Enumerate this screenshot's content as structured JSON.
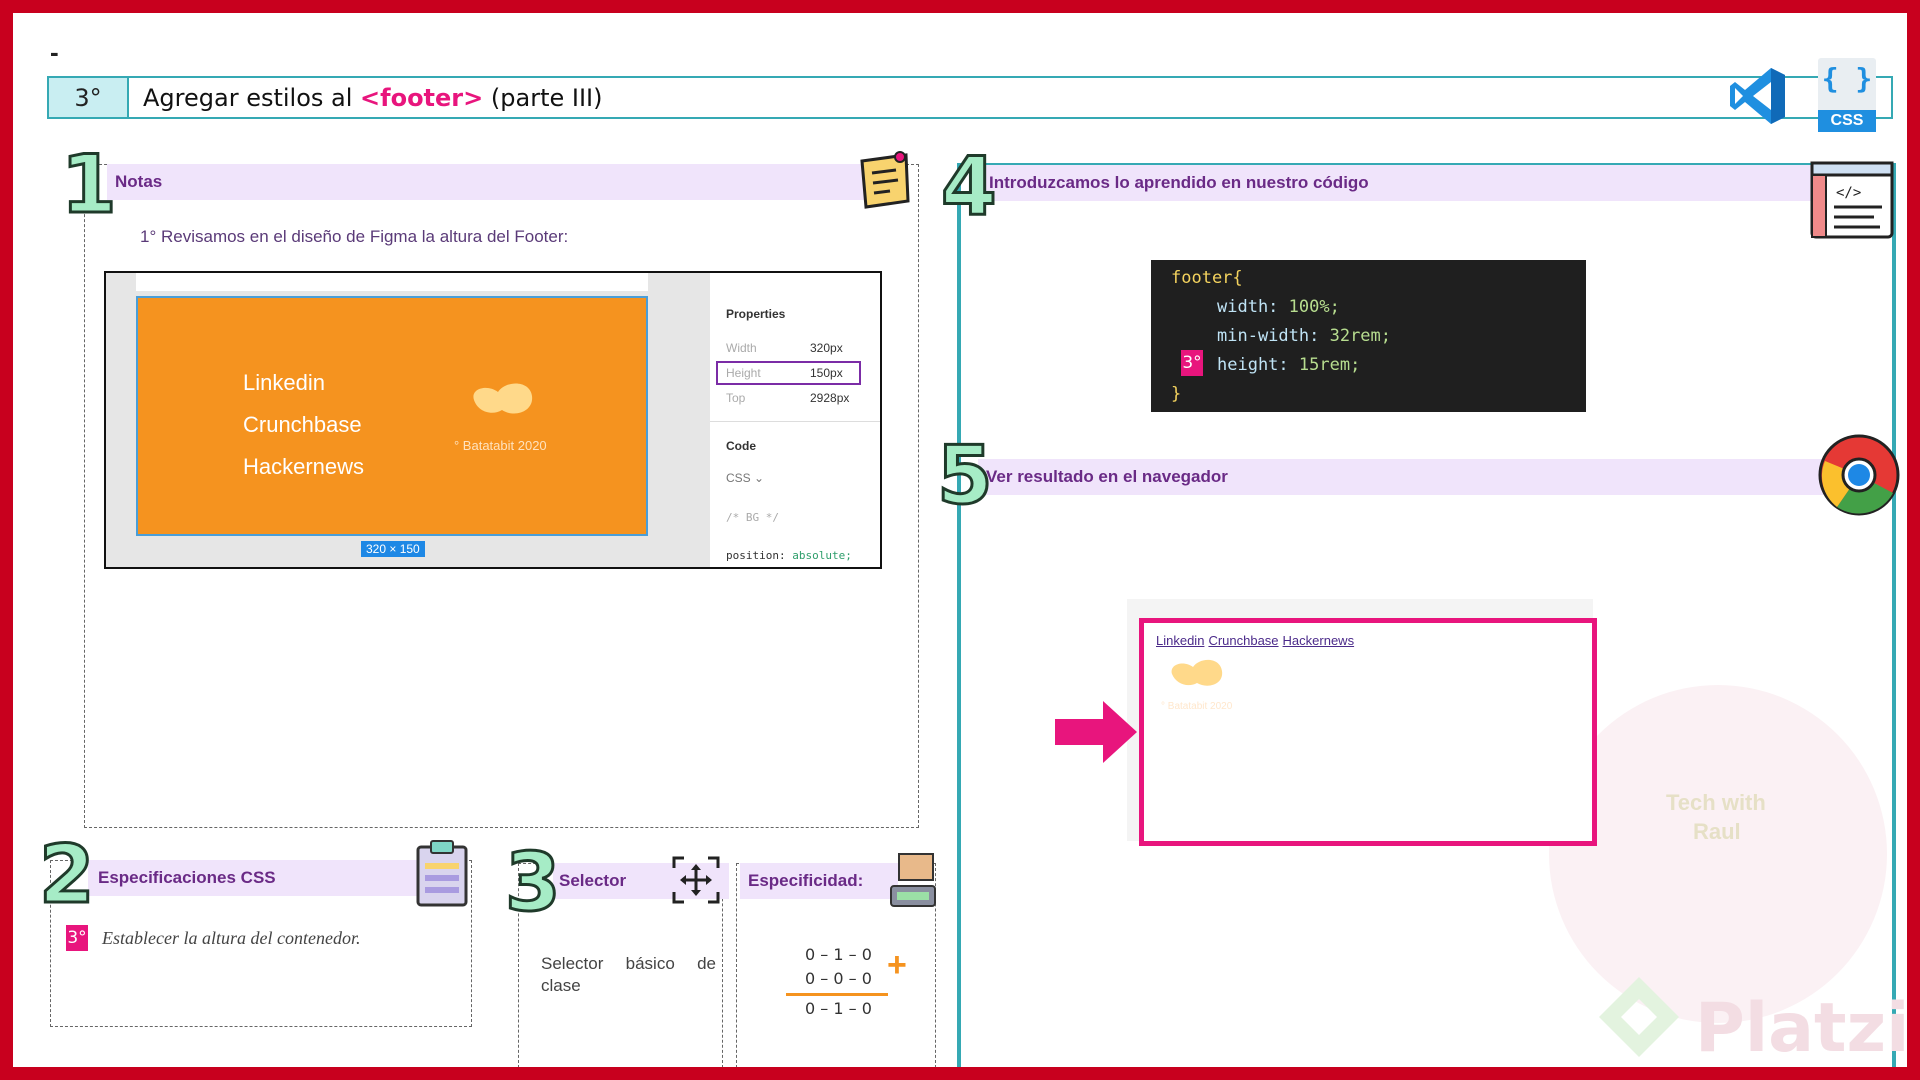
{
  "header": {
    "dash": "-",
    "step": "3°",
    "title_before": "Agregar estilos al ",
    "title_highlight": "<footer>",
    "title_after": " (parte III)"
  },
  "icons": {
    "vscode": "vscode-icon",
    "css_label": "CSS",
    "css_braces": "{ }"
  },
  "colors": {
    "accent_pink": "#e8157d",
    "teal": "#35a9b4",
    "border_red": "#c8001e",
    "header_bg": "#f0e4fb"
  },
  "notes": {
    "number": "1",
    "title": "Notas",
    "text": "1° Revisamos en el diseño de Figma la altura del Footer:",
    "figma": {
      "links": [
        "Linkedin",
        "Crunchbase",
        "Hackernews"
      ],
      "copyright": "° Batatabit 2020",
      "dimension": "320 × 150",
      "properties_title": "Properties",
      "properties": [
        {
          "label": "Width",
          "value": "320px"
        },
        {
          "label": "Height",
          "value": "150px"
        },
        {
          "label": "Top",
          "value": "2928px"
        }
      ],
      "code_title": "Code",
      "code_lang": "CSS ⌄",
      "code_comment": "/* BG */",
      "code_prop": "position:",
      "code_value": "absolute;"
    }
  },
  "specs": {
    "number": "2",
    "title": "Especificaciones CSS",
    "badge": "3°",
    "text": "Establecer la altura del contenedor."
  },
  "selector": {
    "number": "3",
    "title": "Selector",
    "text": "Selector básico de clase"
  },
  "especificidad": {
    "title": "Especificidad:",
    "lines": [
      "0 – 1 – 0",
      "0 – 0 – 0"
    ],
    "result": "0 – 1 – 0",
    "plus": "+"
  },
  "code_section": {
    "number": "4",
    "title": "Introduzcamos lo aprendido en nuestro código",
    "selector": "footer{",
    "lines": [
      {
        "prop": "width:",
        "value": " 100%;"
      },
      {
        "prop": "min-width:",
        "value": " 32rem;"
      },
      {
        "prop": "height:",
        "value": " 15rem;"
      }
    ],
    "badge": "3°",
    "closing": "}"
  },
  "browser_section": {
    "number": "5",
    "title": "Ver resultado en el navegador",
    "links": [
      "Linkedin",
      "Crunchbase",
      "Hackernews"
    ],
    "copyright": "° Batatabit 2020"
  },
  "watermark": {
    "brand": "Platzi",
    "line1": "Tech with",
    "line2": "Raul"
  }
}
